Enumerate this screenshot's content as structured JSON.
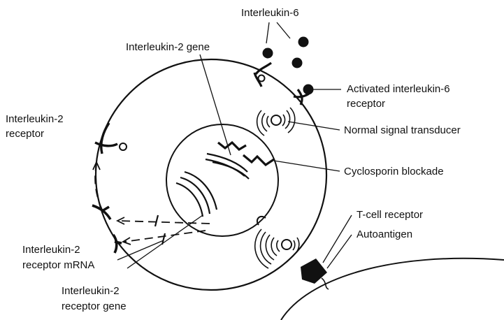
{
  "colors": {
    "ink": "#111111",
    "background": "#ffffff"
  },
  "labels": {
    "interleukin6": "Interleukin-6",
    "il2_gene": "Interleukin-2 gene",
    "activated_il6_receptor_line1": "Activated interleukin-6",
    "activated_il6_receptor_line2": "receptor",
    "il2_receptor_line1": "Interleukin-2",
    "il2_receptor_line2": "receptor",
    "normal_signal_transducer": "Normal signal transducer",
    "cyclosporin_blockade": "Cyclosporin blockade",
    "t_cell_receptor": "T-cell receptor",
    "autoantigen": "Autoantigen",
    "il2_receptor_mrna_line1": "Interleukin-2",
    "il2_receptor_mrna_line2": "receptor mRNA",
    "il2_receptor_gene_line1": "Interleukin-2",
    "il2_receptor_gene_line2": "receptor gene"
  }
}
